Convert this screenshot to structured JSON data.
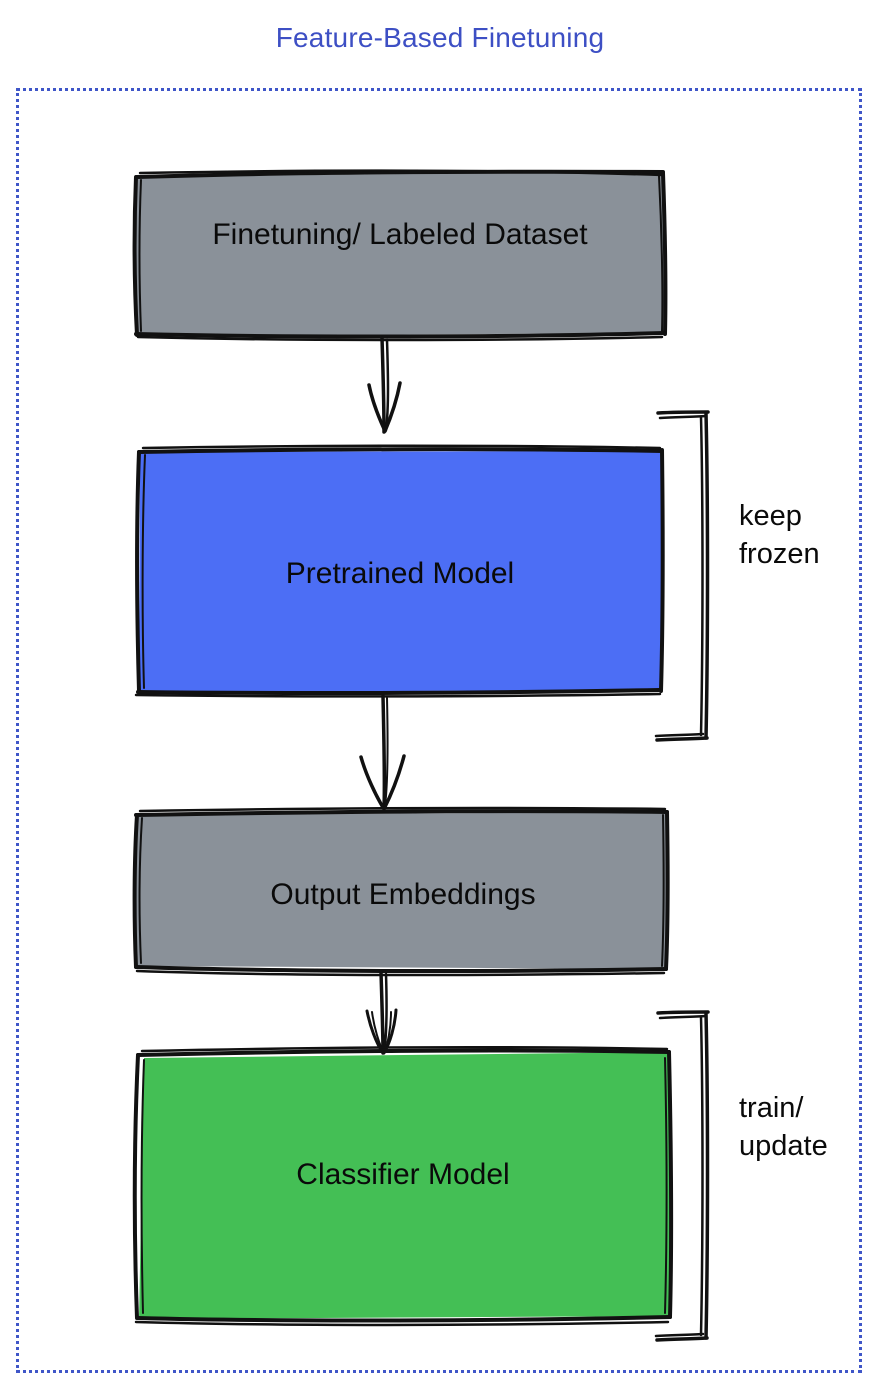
{
  "title": "Feature-Based Finetuning",
  "colors": {
    "title_blue": "#3d4fc4",
    "frame_dashed_blue": "#3f56c8",
    "node_gray": "#8a9199",
    "node_blue": "#4c6ef5",
    "node_green": "#44bf55",
    "stroke_black": "#111111",
    "background": "#ffffff"
  },
  "frame": {
    "name": "feature-based-finetuning-group",
    "style": "dashed"
  },
  "nodes": [
    {
      "id": "dataset",
      "label": "Finetuning/ Labeled Dataset",
      "fill": "#8a9199",
      "role": "input-data"
    },
    {
      "id": "pretrained-model",
      "label": "Pretrained Model",
      "fill": "#4c6ef5",
      "role": "model"
    },
    {
      "id": "output-embeddings",
      "label": "Output Embeddings",
      "fill": "#8a9199",
      "role": "intermediate-data"
    },
    {
      "id": "classifier-model",
      "label": "Classifier Model",
      "fill": "#44bf55",
      "role": "model"
    }
  ],
  "edges": [
    {
      "id": "edge-dataset-to-pretrained",
      "from": "dataset",
      "to": "pretrained-model",
      "label": ""
    },
    {
      "id": "edge-pretrained-to-output",
      "from": "pretrained-model",
      "to": "output-embeddings",
      "label": ""
    },
    {
      "id": "edge-output-to-classifier",
      "from": "output-embeddings",
      "to": "classifier-model",
      "label": ""
    }
  ],
  "annotations": [
    {
      "id": "keep-frozen",
      "text": "keep\nfrozen",
      "targets": [
        "pretrained-model"
      ]
    },
    {
      "id": "train-update",
      "text": "train/\nupdate",
      "targets": [
        "classifier-model"
      ]
    }
  ]
}
